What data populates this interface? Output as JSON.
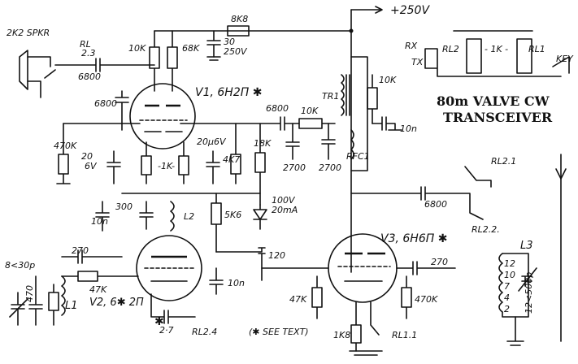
{
  "title": {
    "line1": "80m VALVE CW",
    "line2": "TRANSCEIVER"
  },
  "labels": {
    "supply": "+250V",
    "speaker": "2K2 SPKR",
    "rl23": "RL\n2.3",
    "c6800a": "6800",
    "r10k_a": "10K",
    "r68k": "68K",
    "c30u": "30μ\n250V",
    "r8k8": "8K8",
    "v1": "V1, 6H2П ✱",
    "c6800b": "6800",
    "c6800c": "6800",
    "r10k_b": "10K",
    "r470k_a": "470K",
    "c20u6v_a": "20μ\n6V",
    "r1k_a": "-1K-",
    "c20u6v_b": "20μ6V",
    "rf4k": "4K7",
    "r18k": "18K",
    "c2700a": "2700",
    "c2700b": "2700",
    "tr1": "TR1",
    "rfc1": "RFC1",
    "r10k_c": "10K",
    "c10n_a": "10n",
    "rx": "RX",
    "tx": "TX",
    "rl2": "RL2",
    "r1k_b": "- 1K -",
    "rl1": "RL1",
    "key": "KEY",
    "rl21": "RL2.1",
    "c6800d": "6800",
    "c300": "300",
    "l2": "L2",
    "c10n_b": "10n",
    "r5k6": "5K6",
    "zener": "100V\n20mA",
    "c120": "120",
    "v3": "V3, 6H6П ✱",
    "c270a": "270",
    "rl22": "RL2.2.",
    "l3": "L3",
    "c270b": "270",
    "c8_30": "8<30p",
    "r47k_a": "47K",
    "v2": "V2, 6✱ 2П",
    "c10n_c": "10n",
    "l1": "L1",
    "r470": "470",
    "c2_7": "2·7",
    "rl24": "RL2.4",
    "see_text": "(✱ SEE TEXT)",
    "r47k_b": "47K",
    "r470k_b": "470K",
    "r1k8": "1K8",
    "rl11": "RL1.1",
    "c12_500": "12<500p",
    "taps": [
      "12",
      "10",
      "7",
      "4",
      "2"
    ]
  },
  "colors": {
    "ink": "#111111",
    "paper": "#ffffff"
  }
}
